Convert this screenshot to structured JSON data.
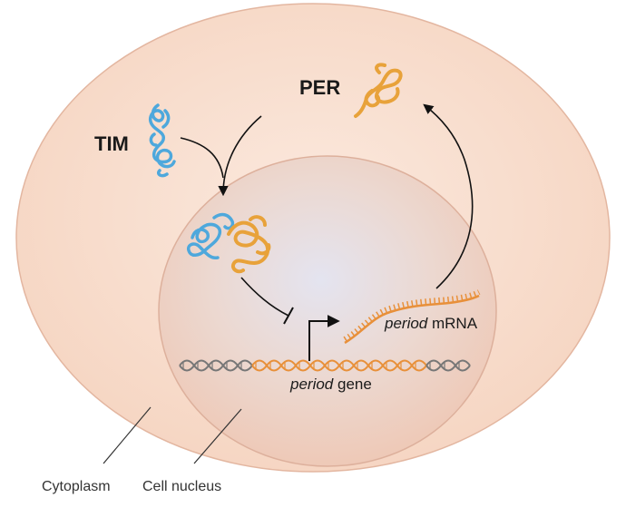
{
  "labels": {
    "per": "PER",
    "tim": "TIM",
    "mrna_italic": "period",
    "mrna_rest": " mRNA",
    "gene_italic": "period",
    "gene_rest": " gene",
    "cytoplasm": "Cytoplasm",
    "nucleus": "Cell nucleus"
  },
  "colors": {
    "cytoplasm_fill": "#f8dccb",
    "cytoplasm_stroke": "#e3b6a0",
    "nucleus_fill": "#efcfc0",
    "nucleus_center": "#e3e3ef",
    "nucleus_stroke": "#ddb09c",
    "per_protein": "#e8a23a",
    "tim_protein": "#4ea8dc",
    "dna_orange": "#e8903a",
    "dna_gray": "#777777",
    "mrna": "#e8903a",
    "arrow": "#111111"
  },
  "icons": {
    "per": "per-protein-icon",
    "tim": "tim-protein-icon",
    "complex": "per-tim-complex-icon",
    "dna": "dna-double-helix-icon",
    "mrna": "mrna-strand-icon"
  }
}
